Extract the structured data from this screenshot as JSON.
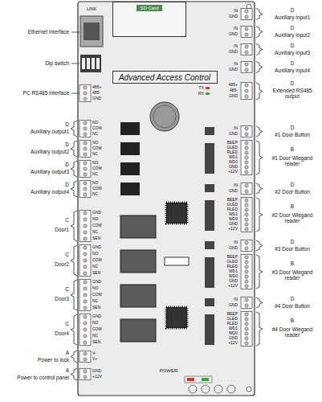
{
  "diagram": {
    "nodes": [
      {
        "text": [
          "SD Card"
        ]
      },
      {
        "text": [
          "Advanced Access Control"
        ]
      }
    ],
    "labels": [
      "Ethernet interface",
      "Dip switch",
      "PC RS485 interface",
      "D",
      "Auxiliary output1",
      "D",
      "Auxiliary output2",
      "D",
      "Auxiliary output3",
      "D",
      "Auxiliary output4",
      "C",
      "Door1",
      "C",
      "Door2",
      "C",
      "Door3",
      "C",
      "Door4",
      "A",
      "Power to lock",
      "A",
      "Power to control panel",
      "D",
      "Auxiliary input1",
      "D",
      "Auxiliary input2",
      "D",
      "Auxiliary input3",
      "D",
      "Auxiliary input4",
      "D",
      "Extended RS485 output",
      "D",
      "#1 Door Button",
      "B",
      "#1 Door Wiegand reader",
      "D",
      "#2 Door Button",
      "B",
      "#2 Door Wiegand reader",
      "D",
      "#3 Door Button",
      "B",
      "#3 Door Wiegand reader",
      "D",
      "#4 Door Button",
      "B",
      "#4 Door Wiegand reader",
      "LINK",
      "POWER",
      "TX",
      "RX",
      "IN",
      "GND",
      "IN",
      "GND",
      "IN",
      "GND",
      "IN",
      "GND",
      "485+",
      "485-",
      "GND",
      "485+",
      "485-",
      "GND",
      "NO",
      "COM",
      "NC",
      "NO",
      "COM",
      "NC",
      "NO",
      "COM",
      "NC",
      "NO",
      "COM",
      "NC",
      "GND",
      "NO",
      "COM",
      "NC",
      "SEN",
      "GND",
      "NO",
      "COM",
      "NC",
      "SEN",
      "GND",
      "NO",
      "COM",
      "NC",
      "SEN",
      "GND",
      "NO",
      "COM",
      "NC",
      "SEN",
      "V-",
      "V+",
      "GND",
      "+12V",
      "IN",
      "GND",
      "BEEP",
      "GLED",
      "RLED",
      "WD1",
      "WD0",
      "GND",
      "+12V",
      "IN",
      "GND",
      "BEEP",
      "GLED",
      "RLED",
      "WD1",
      "WD0",
      "GND",
      "+12V",
      "IN",
      "GND",
      "BEEP",
      "GLED",
      "RLED",
      "WD1",
      "WD0",
      "GND",
      "+12V",
      "IN",
      "GND",
      "BEEP",
      "GLED",
      "RLED",
      "WD1",
      "WD0",
      "GND",
      "+12V"
    ]
  }
}
